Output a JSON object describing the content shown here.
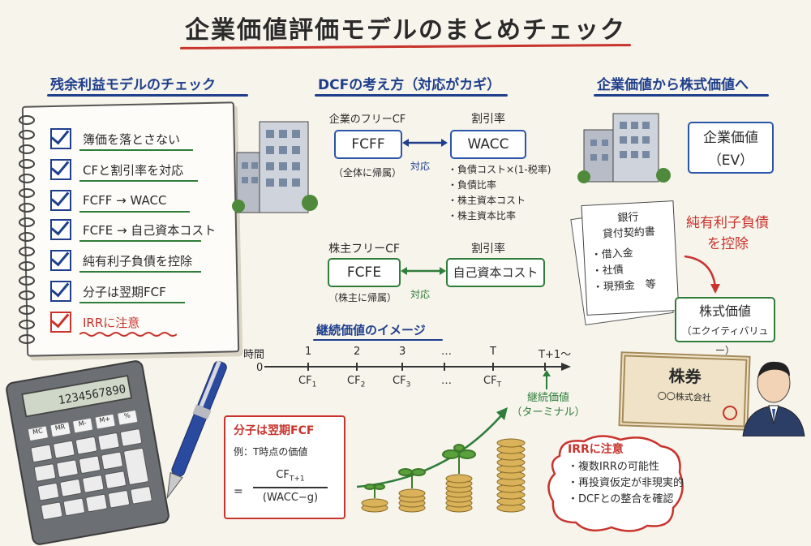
{
  "title": "企業価値評価モデルのまとめチェック",
  "left": {
    "heading": "残余利益モデルのチェック",
    "items": [
      {
        "label": "簿価を落とさない"
      },
      {
        "label": "CFと割引率を対応"
      },
      {
        "label": "FCFF → WACC"
      },
      {
        "label": "FCFE → 自己資本コスト"
      },
      {
        "label": "純有利子負債を控除"
      },
      {
        "label": "分子は翌期FCF"
      },
      {
        "label": "IRRに注意"
      }
    ],
    "calculator_display": "1234567890",
    "calc_keys": [
      "MC",
      "MR",
      "M-",
      "M+",
      "%"
    ]
  },
  "middle": {
    "heading": "DCFの考え方（対応がカギ）",
    "fcff": {
      "top": "企業のフリーCF",
      "box": "FCFF",
      "note": "（全体に帰属）"
    },
    "wacc": {
      "top": "割引率",
      "box": "WACC",
      "bullets": [
        "・負債コスト×(1-税率)",
        "・負債比率",
        "・株主資本コスト",
        "・株主資本比率"
      ]
    },
    "link1": "対応",
    "fcfe": {
      "top": "株主フリーCF",
      "box": "FCFE",
      "note": "（株主に帰属）"
    },
    "coe": {
      "top": "割引率",
      "box": "自己資本コスト"
    },
    "link2": "対応"
  },
  "right": {
    "heading": "企業価値から株式価値へ",
    "ev": {
      "line1": "企業価値",
      "line2": "（EV）"
    },
    "doc": {
      "title1": "銀行",
      "title2": "貸付契約書",
      "items": [
        "・借入金",
        "・社債",
        "・現預金　等"
      ]
    },
    "deduct": {
      "line1": "純有利子負債",
      "line2": "を控除"
    },
    "equity": {
      "line1": "株式価値",
      "line2": "（エクイティバリュー）"
    },
    "certificate": {
      "title": "株券",
      "sub": "〇〇株式会社"
    }
  },
  "timeline": {
    "heading": "継続価値のイメージ",
    "label_time": "時間",
    "ticks": [
      "0",
      "1",
      "2",
      "3",
      "…",
      "T",
      "T+1〜"
    ],
    "cfs": [
      {
        "base": "CF",
        "sub": "1"
      },
      {
        "base": "CF",
        "sub": "2"
      },
      {
        "base": "CF",
        "sub": "3"
      },
      {
        "base": "…",
        "sub": ""
      },
      {
        "base": "CF",
        "sub": "T"
      }
    ],
    "terminal": {
      "line1": "継続価値",
      "line2": "（ターミナル）"
    }
  },
  "formula": {
    "heading": "分子は翌期FCF",
    "example": "例：T時点の価値",
    "eq": "=",
    "num_base": "CF",
    "num_sub": "T+1",
    "den": "(WACC−g)"
  },
  "irr_note": {
    "heading": "IRRに注意",
    "items": [
      "・複数IRRの可能性",
      "・再投資仮定が非現実的",
      "・DCFとの整合を確認"
    ]
  },
  "colors": {
    "blue": "#1f3f8c",
    "green": "#2f7d3a",
    "red": "#c8332c"
  }
}
